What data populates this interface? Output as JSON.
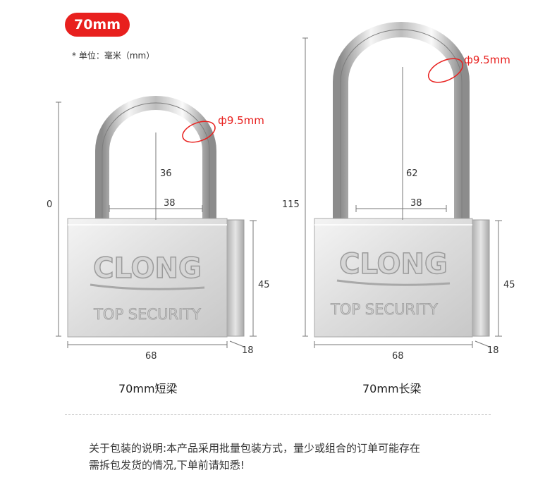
{
  "badge": {
    "label": "70mm"
  },
  "unit_note": "* 单位：毫米（mm）",
  "short_lock": {
    "caption": "70mm短梁",
    "dims": {
      "total_height": "0",
      "shackle_height": "36",
      "shackle_inner_width": "38",
      "body_height": "45",
      "body_width": "68",
      "thickness": "18",
      "diameter": "ф9.5mm"
    },
    "brand": "CLONG",
    "slogan": "TOP SECURITY"
  },
  "long_lock": {
    "caption": "70mm长梁",
    "dims": {
      "total_height": "115",
      "shackle_height": "62",
      "shackle_inner_width": "38",
      "body_height": "45",
      "body_width": "68",
      "thickness": "18",
      "diameter": "ф9.5mm"
    },
    "brand": "CLONG",
    "slogan": "TOP SECURITY"
  },
  "packaging_note": {
    "line1": "关于包装的说明:本产品采用批量包装方式，量少或组合的订单可能存在",
    "line2": "需拆包发货的情况,下单前请知悉!"
  },
  "colors": {
    "accent": "#e8201e",
    "metal_light": "#f2f2f2",
    "metal_dark": "#9a9a9a"
  }
}
